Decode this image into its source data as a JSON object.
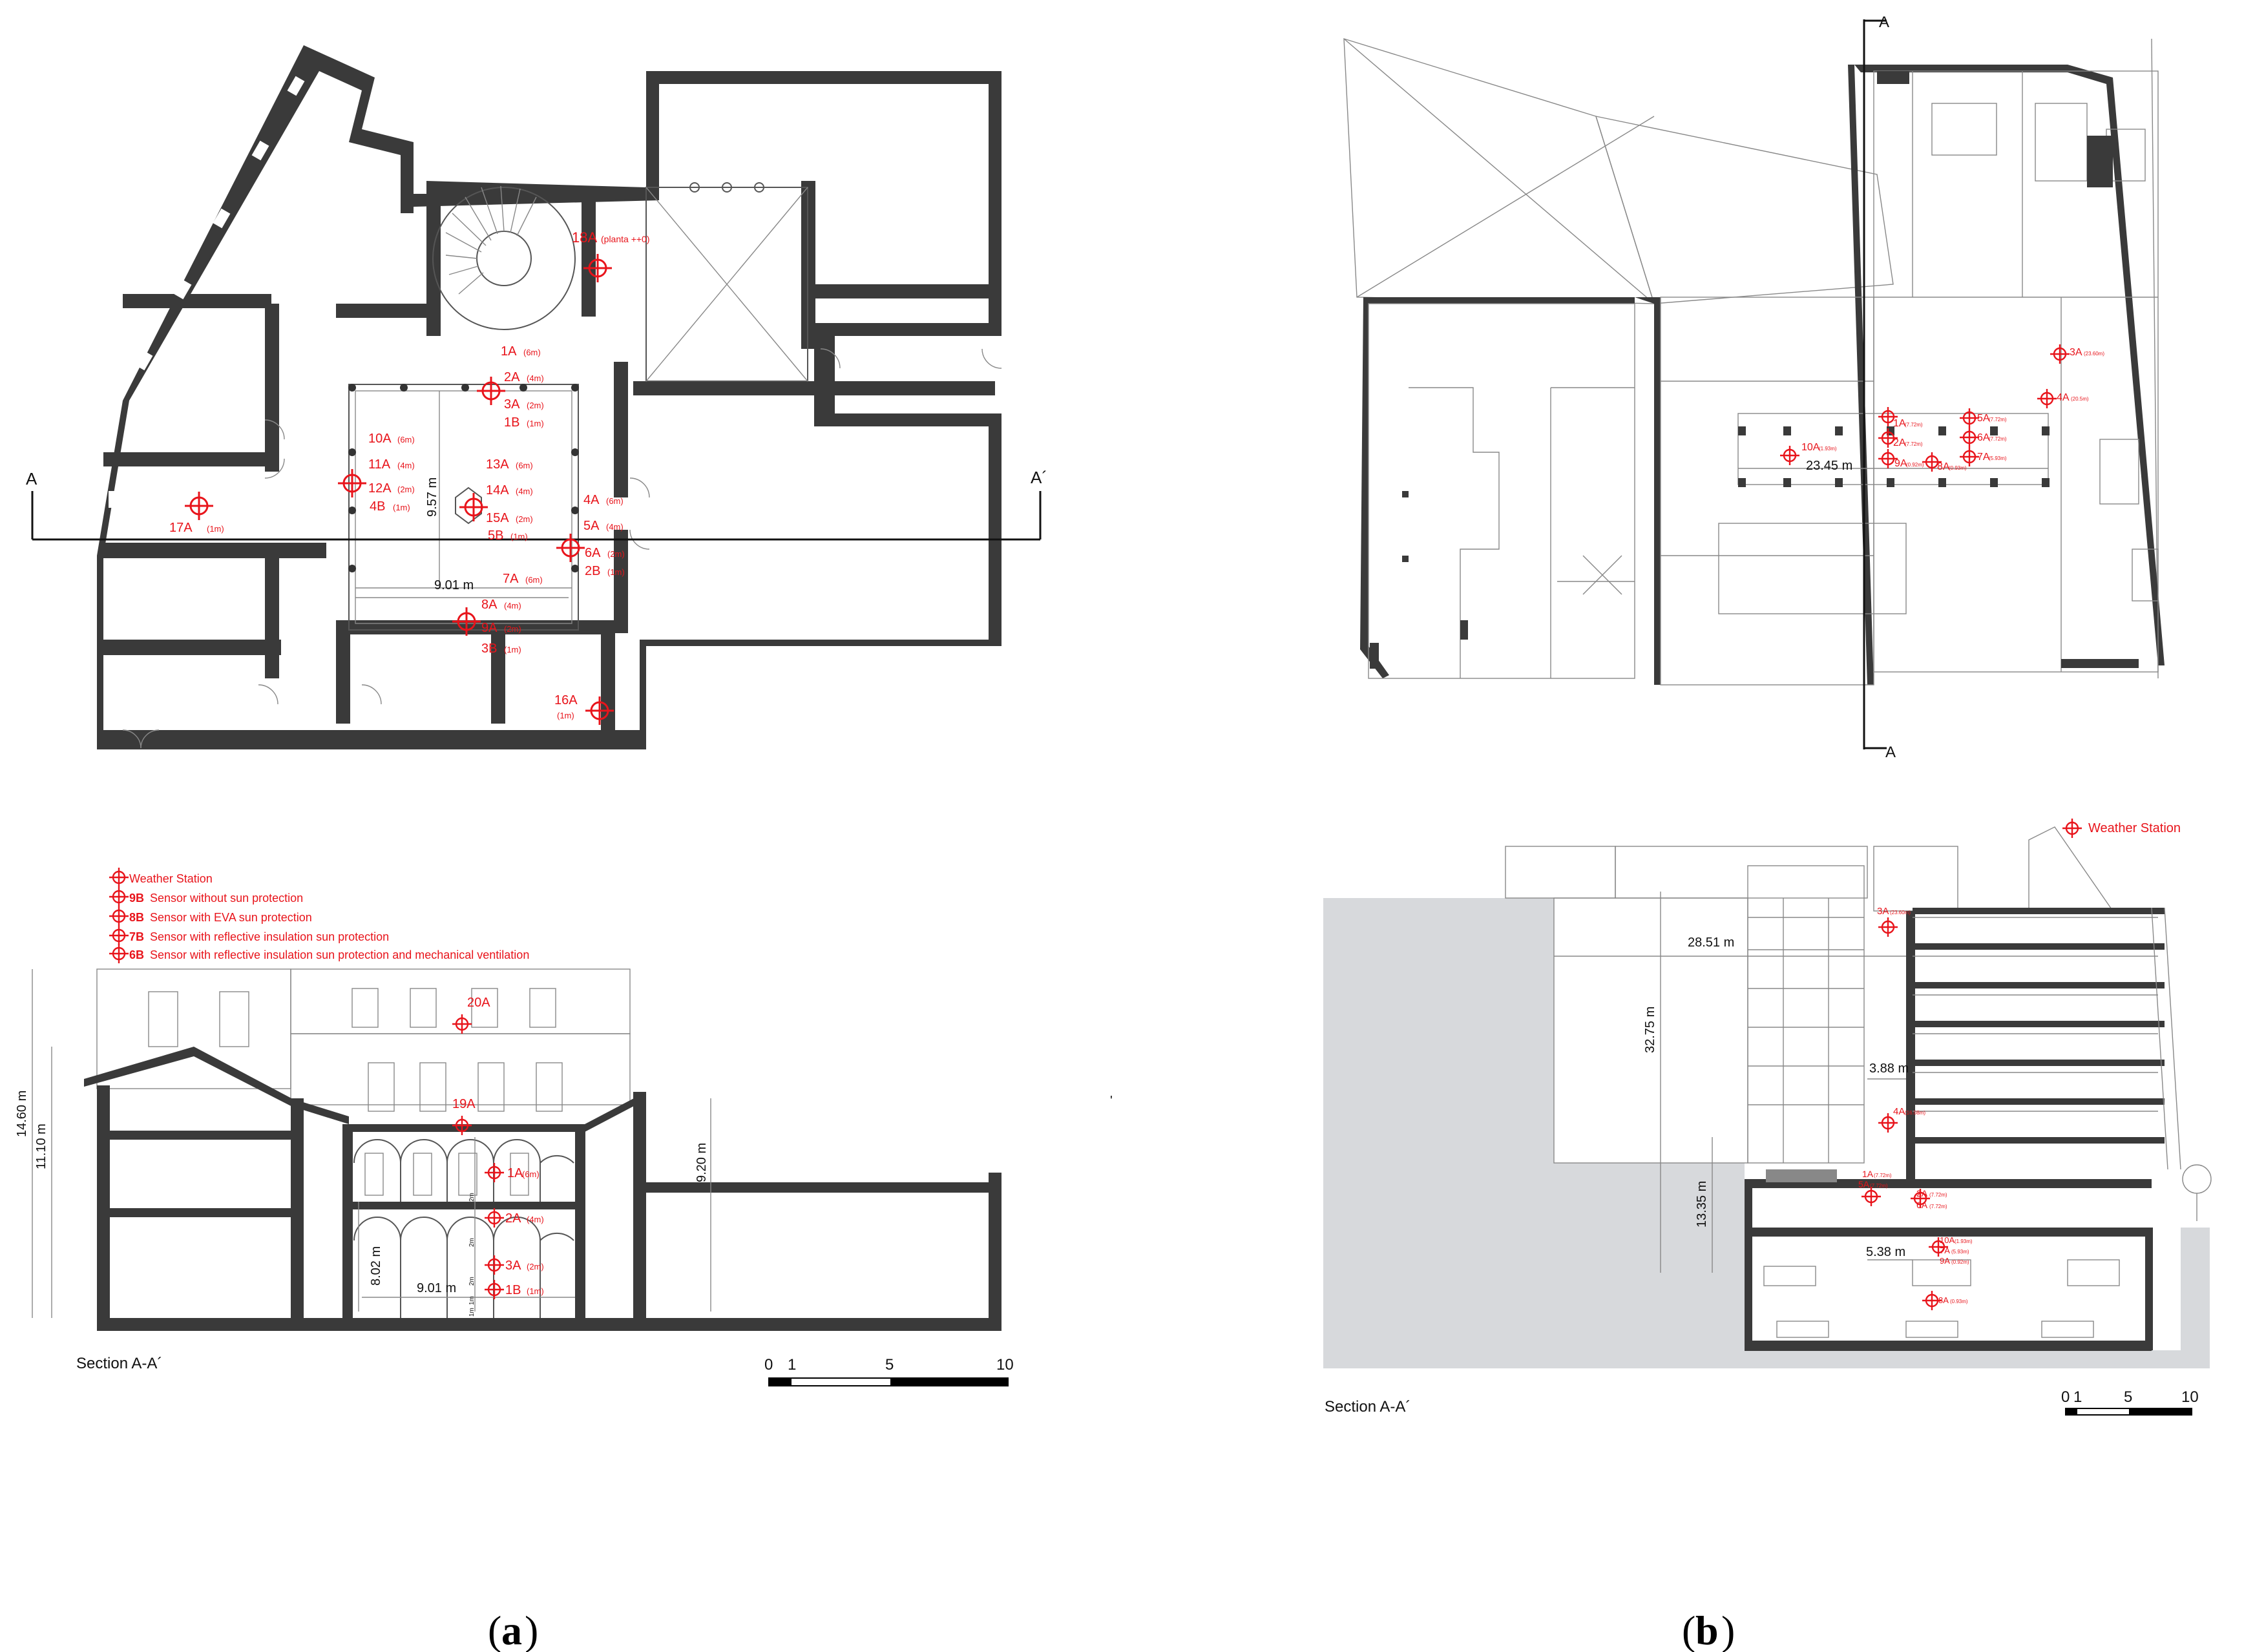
{
  "panel_a": {
    "caption_open": "(",
    "caption_letter": "a",
    "caption_close": ")",
    "plan": {
      "section_mark_left": "A",
      "section_mark_right": "A´",
      "dim_width": "9.01 m",
      "dim_depth": "9.57 m",
      "sensors": [
        {
          "id": "s18A",
          "label": "18A",
          "sub": "(planta ++0)"
        },
        {
          "id": "s1A",
          "label": "1A",
          "sub": "(6m)"
        },
        {
          "id": "s2A",
          "label": "2A",
          "sub": "(4m)"
        },
        {
          "id": "s3A",
          "label": "3A",
          "sub": "(2m)"
        },
        {
          "id": "s1B",
          "label": "1B",
          "sub": "(1m)"
        },
        {
          "id": "s10A",
          "label": "10A",
          "sub": "(6m)"
        },
        {
          "id": "s11A",
          "label": "11A",
          "sub": "(4m)"
        },
        {
          "id": "s12A",
          "label": "12A",
          "sub": "(2m)"
        },
        {
          "id": "s4B",
          "label": "4B",
          "sub": "(1m)"
        },
        {
          "id": "s13A",
          "label": "13A",
          "sub": "(6m)"
        },
        {
          "id": "s14A",
          "label": "14A",
          "sub": "(4m)"
        },
        {
          "id": "s15A",
          "label": "15A",
          "sub": "(2m)"
        },
        {
          "id": "s5B",
          "label": "5B",
          "sub": "(1m)"
        },
        {
          "id": "s4A",
          "label": "4A",
          "sub": "(6m)"
        },
        {
          "id": "s5A",
          "label": "5A",
          "sub": "(4m)"
        },
        {
          "id": "s6A",
          "label": "6A",
          "sub": "(2m)"
        },
        {
          "id": "s2B",
          "label": "2B",
          "sub": "(1m)"
        },
        {
          "id": "s7A",
          "label": "7A",
          "sub": "(6m)"
        },
        {
          "id": "s8A",
          "label": "8A",
          "sub": "(4m)"
        },
        {
          "id": "s9A",
          "label": "9A",
          "sub": "(2m)"
        },
        {
          "id": "s3B",
          "label": "3B",
          "sub": "(1m)"
        },
        {
          "id": "s16A",
          "label": "16A",
          "sub": "(1m)"
        },
        {
          "id": "s17A",
          "label": "17A",
          "sub": "(1m)"
        }
      ]
    },
    "legend": [
      {
        "code": "",
        "text": "Weather Station"
      },
      {
        "code": "9B",
        "text": "Sensor without sun protection"
      },
      {
        "code": "8B",
        "text": "Sensor with EVA sun protection"
      },
      {
        "code": "7B",
        "text": "Sensor with reflective insulation sun protection"
      },
      {
        "code": "6B",
        "text": "Sensor with reflective insulation sun protection and mechanical ventilation"
      }
    ],
    "section": {
      "title": "Section A-A´",
      "dim_total_height": "14.60 m",
      "dim_eave_height": "11.10 m",
      "dim_right_height": "9.20 m",
      "dim_court_height": "8.02 m",
      "dim_court_width": "9.01 m",
      "sensors": [
        {
          "id": "s20A",
          "label": "20A"
        },
        {
          "id": "s19A",
          "label": "19A"
        },
        {
          "id": "sec1A",
          "label": "1A",
          "sub": "(6m)"
        },
        {
          "id": "sec2A",
          "label": "2A",
          "sub": "(4m)"
        },
        {
          "id": "sec3A",
          "label": "3A",
          "sub": "(2m)"
        },
        {
          "id": "sec1B",
          "label": "1B",
          "sub": "(1m)"
        }
      ],
      "level_marks": [
        "2m",
        "2m",
        "2m",
        "1m",
        "1m"
      ]
    },
    "scale": {
      "ticks": [
        "0",
        "1",
        "5",
        "10"
      ]
    }
  },
  "panel_b": {
    "caption_open": "(",
    "caption_letter": "b",
    "caption_close": ")",
    "plan": {
      "section_mark_top": "A",
      "section_mark_bottom": "A",
      "dim_hall": "23.45 m",
      "sensors": [
        {
          "id": "b3A",
          "label": "3A",
          "sub": "(23.60m)"
        },
        {
          "id": "b4A",
          "label": "4A",
          "sub": "(20.5m)"
        },
        {
          "id": "b1A",
          "label": "1A",
          "sub": "(7.72m)"
        },
        {
          "id": "b2A",
          "label": "2A",
          "sub": "(7.72m)"
        },
        {
          "id": "b9A",
          "label": "9A",
          "sub": "(0.92m)"
        },
        {
          "id": "b8A",
          "label": "8A",
          "sub": "(0.93m)"
        },
        {
          "id": "b10A",
          "label": "10A",
          "sub": "(1.93m)"
        },
        {
          "id": "b5A",
          "label": "5A",
          "sub": "(7.72m)"
        },
        {
          "id": "b6A",
          "label": "6A",
          "sub": "(7.72m)"
        },
        {
          "id": "b7A",
          "label": "7A",
          "sub": "(5.93m)"
        }
      ]
    },
    "section": {
      "title": "Section A-A´",
      "weather_station": "Weather Station",
      "dim_top": "28.51 m",
      "dim_height": "32.75 m",
      "dim_court": "3.88 m",
      "dim_lower": "13.35 m",
      "dim_basement": "5.38 m",
      "sensors": [
        {
          "id": "bs3A",
          "label": "3A",
          "sub": "(23.60m)"
        },
        {
          "id": "bs4A",
          "label": "4A",
          "sub": "(16.08m)"
        },
        {
          "id": "bs1A",
          "label": "1A",
          "sub": "(7.72m)"
        },
        {
          "id": "bs5A",
          "label": "5A",
          "sub": "(7.72m)"
        },
        {
          "id": "bs2A",
          "label": "2A",
          "sub": "(7.72m)"
        },
        {
          "id": "bs6A",
          "label": "6A",
          "sub": "(7.72m)"
        },
        {
          "id": "bs10A",
          "label": "10A",
          "sub": "(1.93m)"
        },
        {
          "id": "bs7A",
          "label": "7A",
          "sub": "(5.93m)"
        },
        {
          "id": "bs9A",
          "label": "9A",
          "sub": "(0.92m)"
        },
        {
          "id": "bs8A",
          "label": "8A",
          "sub": "(0.93m)"
        }
      ]
    },
    "scale": {
      "ticks": [
        "0",
        "1",
        "5",
        "10"
      ]
    }
  },
  "colors": {
    "sensor": "#e8141b",
    "wall": "#3a3a3a",
    "ground": "#d7d9dc"
  },
  "stray_mark": "'"
}
